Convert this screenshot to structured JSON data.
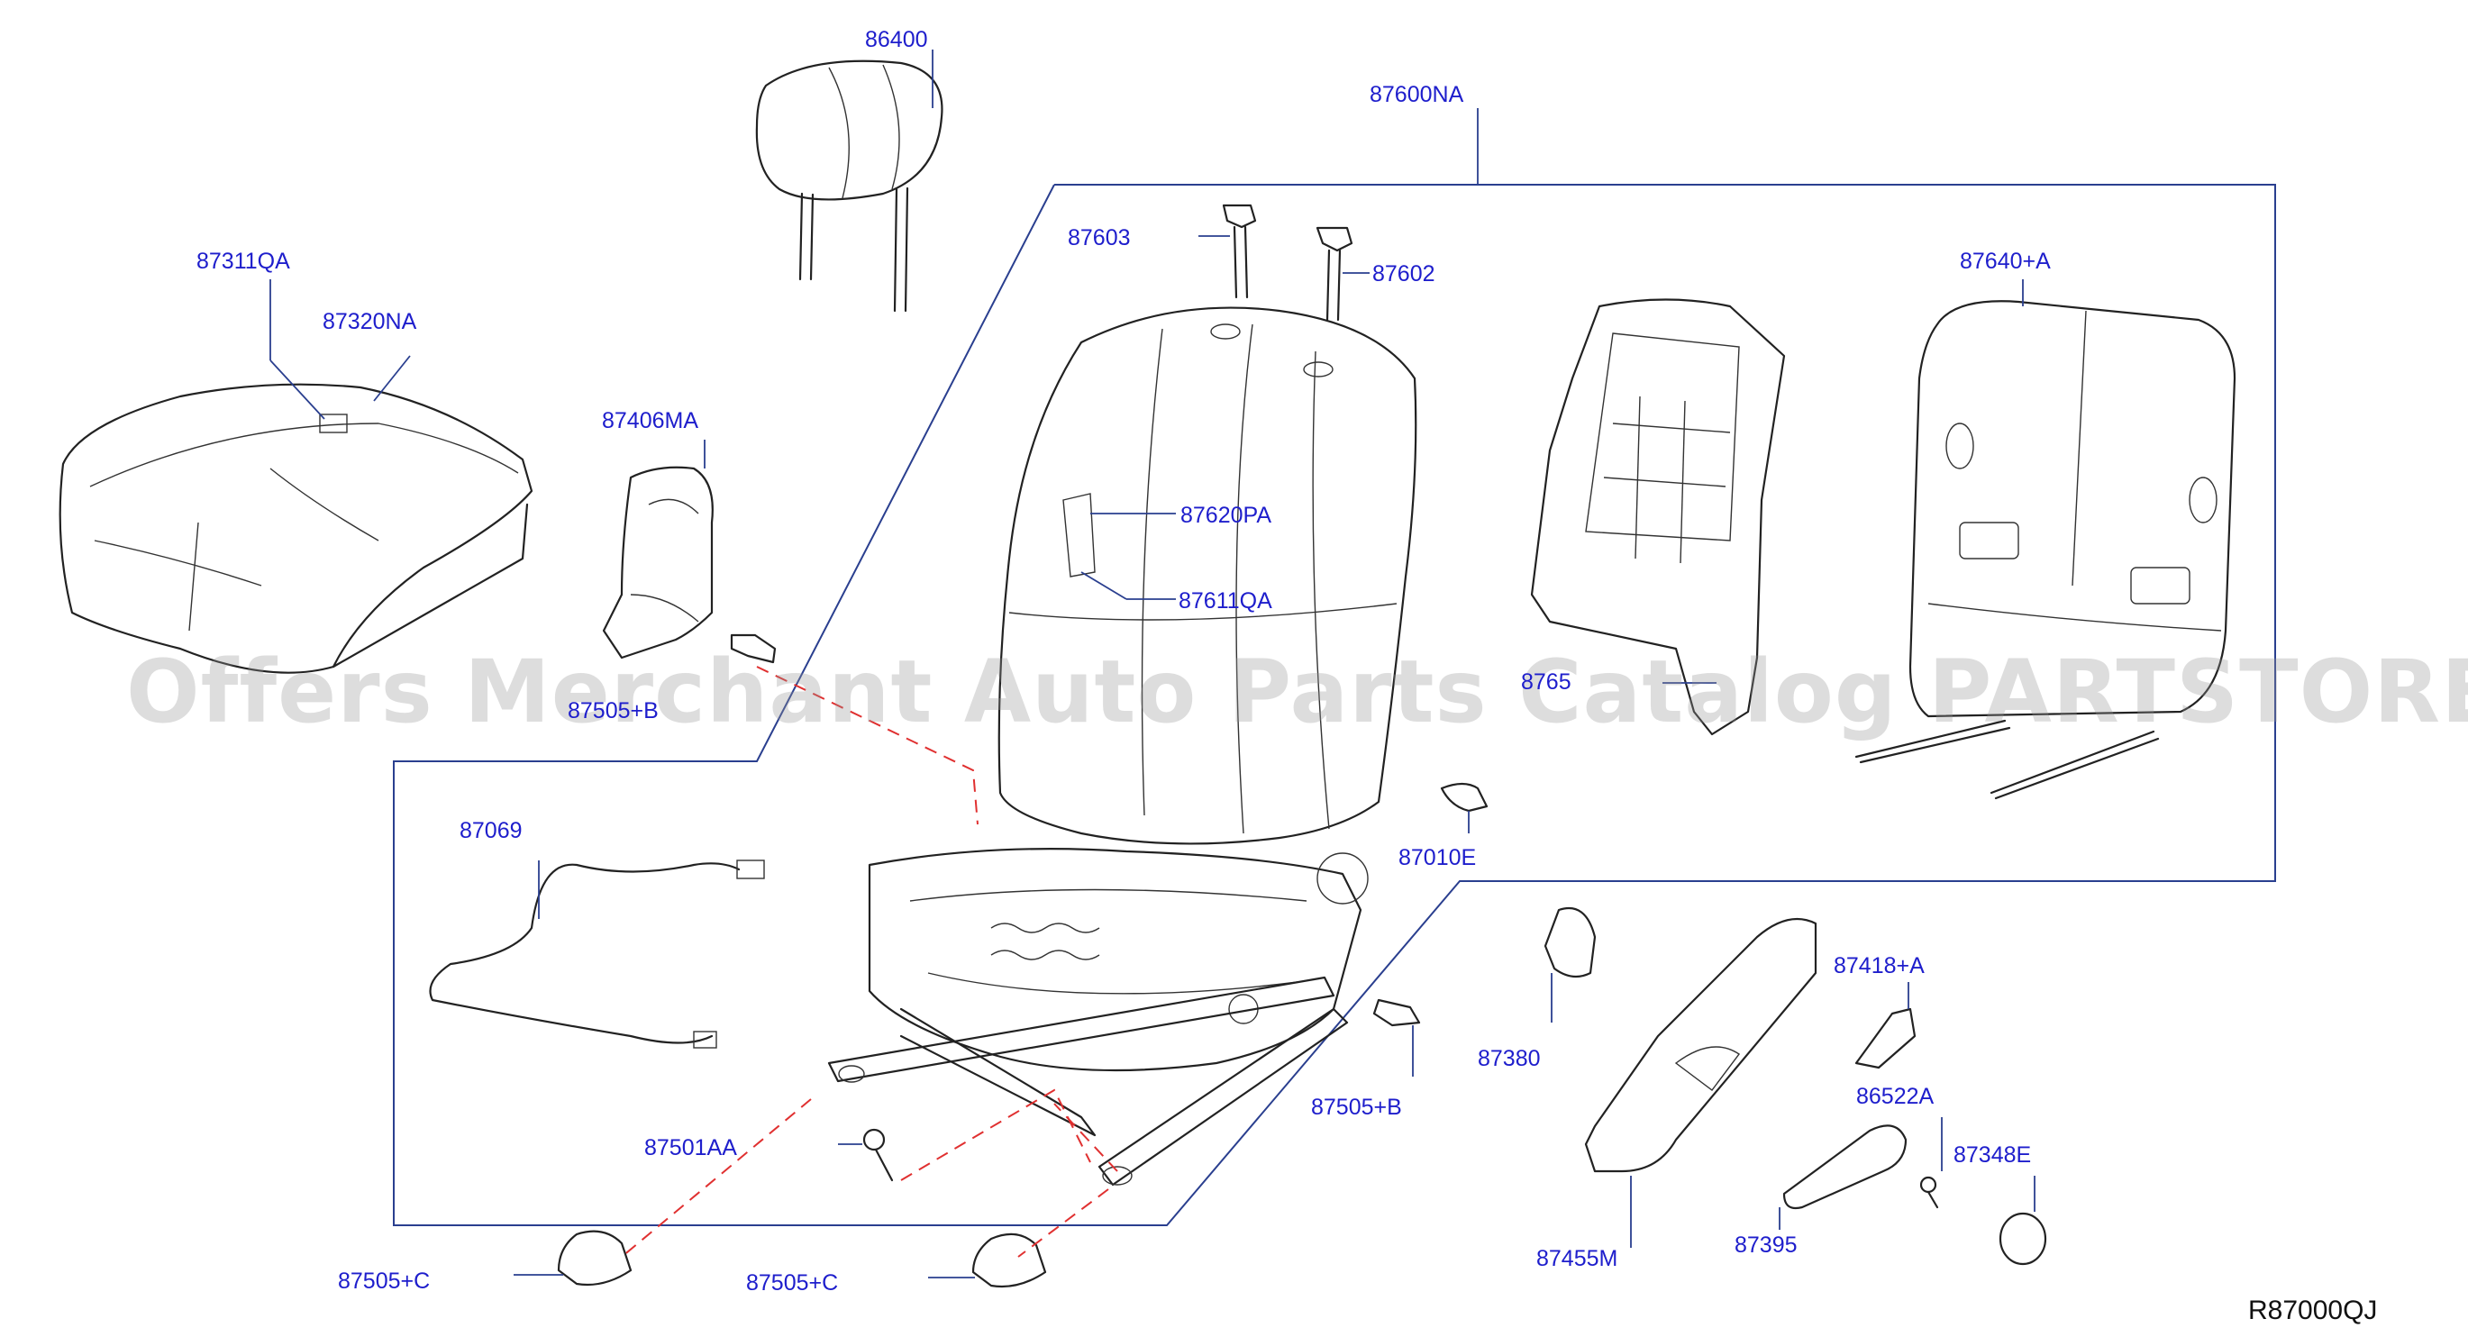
{
  "watermark": "Offers Merchant Auto Parts Catalog PARTSTORE.SA",
  "reference_code": "R87000QJ",
  "labels": {
    "l86400": "86400",
    "l87600NA": "87600NA",
    "l87311QA": "87311QA",
    "l87320NA": "87320NA",
    "l87603": "87603",
    "l87602": "87602",
    "l87640A": "87640+A",
    "l87406MA": "87406MA",
    "l87620PA": "87620PA",
    "l87611QA": "87611QA",
    "l87505B_top": "87505+B",
    "l8765x": "8765",
    "l87069": "87069",
    "l87010E": "87010E",
    "l87380": "87380",
    "l87418A": "87418+A",
    "l87505B": "87505+B",
    "l86522A": "86522A",
    "l87501AA": "87501AA",
    "l87348E": "87348E",
    "l87455M": "87455M",
    "l87395": "87395",
    "l87505C_left": "87505+C",
    "l87505C_right": "87505+C"
  },
  "colors": {
    "label": "#1e1ecc",
    "frame": "#2a3f8f",
    "dashed_link": "#e03030",
    "part_outline": "#222222"
  }
}
